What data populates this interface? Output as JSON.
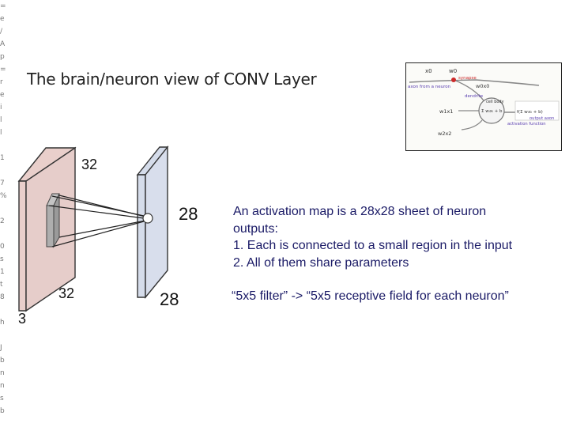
{
  "slide": {
    "title": "The brain/neuron view of CONV Layer",
    "edge_glyphs": [
      "=",
      "e",
      "/",
      "A",
      "p",
      "=",
      "r",
      "e",
      "i",
      "l",
      "l",
      "",
      "1",
      "",
      "7",
      "%",
      "",
      "2",
      "",
      "0",
      "s",
      "1",
      "t",
      "8",
      "",
      "h",
      "",
      "J",
      "b",
      "n",
      "n",
      "s",
      "b"
    ]
  },
  "neuron_figure": {
    "x0": "x0",
    "w0": "w0",
    "synapse": "synapse",
    "axon_from_neuron": "axon from a neuron",
    "w0x0": "w0x0",
    "dendrite": "dendrite",
    "w1x1": "w1x1",
    "cell_body": "cell body",
    "sum_expr": "Σ wᵢxᵢ + b",
    "f_expr": "f(Σ wᵢxᵢ + b)",
    "output_axon": "output axon",
    "activation_function": "activation function",
    "w2x2": "w2x2"
  },
  "volume_labels": {
    "input_height": "32",
    "input_width": "32",
    "input_depth": "3",
    "map_height": "28",
    "map_width": "28"
  },
  "text": {
    "activation_line1": "An activation map is a 28x28 sheet of neuron",
    "activation_line2": "outputs:",
    "point1": "1.   Each is connected to a small region in the input",
    "point2": "2.   All of them share parameters",
    "quote": "“5x5 filter” -> “5x5 receptive field for each neuron”"
  },
  "colors": {
    "input_volume": "#e9cfcb",
    "activation_map": "#d5dcea",
    "filter_box": "#aeaeae",
    "body_text": "#1a1a66",
    "synapse_red": "#cc2a2a",
    "activation_purple": "#5a3fb0"
  }
}
